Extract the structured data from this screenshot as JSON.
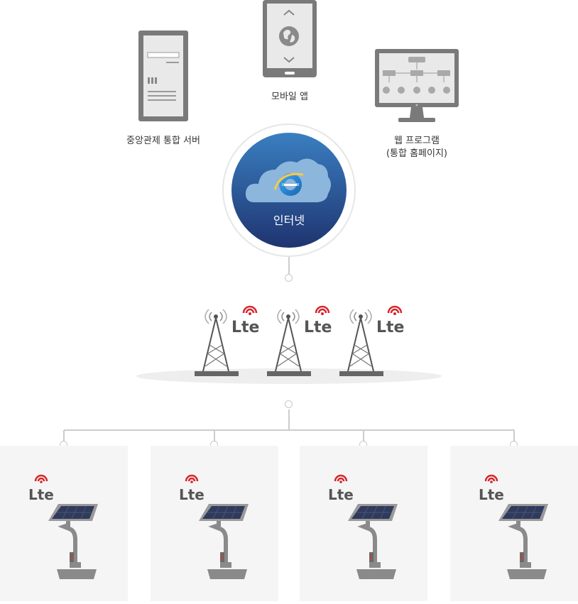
{
  "nodes": {
    "server": {
      "label": "중앙관제 통합 서버"
    },
    "mobile": {
      "label": "모바일 앱"
    },
    "web": {
      "line1": "웹 프로그램",
      "line2": "(통합 홈페이지)"
    },
    "internet": {
      "label": "인터넷"
    }
  },
  "lte_logo_text": "Lte",
  "towers": [
    {
      "logo": "Lte"
    },
    {
      "logo": "Lte"
    },
    {
      "logo": "Lte"
    }
  ],
  "devices": [
    {
      "logo": "Lte"
    },
    {
      "logo": "Lte"
    },
    {
      "logo": "Lte"
    },
    {
      "logo": "Lte"
    }
  ],
  "colors": {
    "lte_red": "#d9262b",
    "globe_blue_dark": "#1f3470",
    "globe_blue_light": "#2f6fb3",
    "device_gray": "#7f7f7f",
    "connector_line": "#cccccc"
  },
  "icons": {
    "server": "server-tower-icon",
    "mobile": "mobile-phone-icon",
    "web": "monitor-icon",
    "internet": "ie-cloud-icon",
    "tower": "lte-tower-icon",
    "device": "solar-panel-pole-icon"
  }
}
